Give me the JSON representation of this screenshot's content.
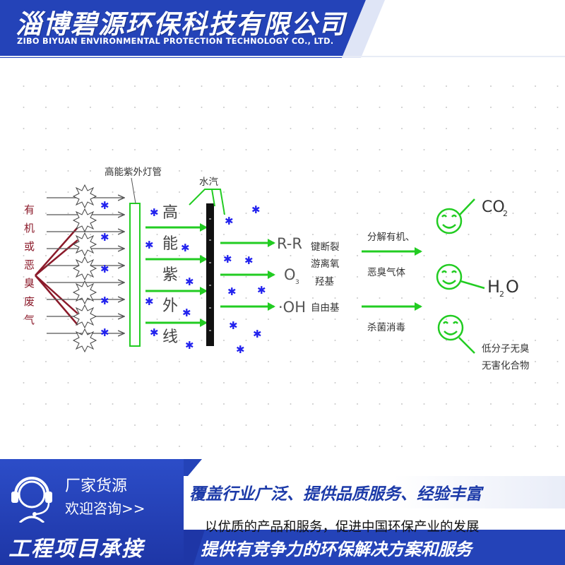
{
  "header": {
    "company_cn": "淄博碧源环保科技有限公司",
    "company_en": "ZIBO BIYUAN ENVIRONMENTAL PROTECTION TECHNOLOGY CO., LTD.",
    "brand_color": "#2443b8"
  },
  "diagram": {
    "input_label_chars": [
      "有",
      "机",
      "或",
      "恶",
      "臭",
      "废",
      "气"
    ],
    "lamp_label": "高能紫外灯管",
    "uv_label_chars": [
      "高",
      "能",
      "紫",
      "外",
      "线"
    ],
    "vapor_label": "水汽",
    "species": {
      "rr": "R-R",
      "o3": "O",
      "o3_sub": "3",
      "oh": "·OH"
    },
    "process_notes": [
      "键断裂",
      "游离氧",
      "羟基",
      "自由基"
    ],
    "action_top": [
      "分解有机、",
      "恶臭气体"
    ],
    "action_bottom": "杀菌消毒",
    "products": {
      "co2": "CO",
      "co2_sub": "2",
      "h2o_h": "H",
      "h2o_sub": "2",
      "h2o_o": "O",
      "low_mol": [
        "低分子无臭",
        "无害化合物"
      ]
    },
    "colors": {
      "arrow_green": "#22cc22",
      "particle_blue": "#2222ee",
      "input_red": "#8b1a2a",
      "text_gray": "#333333"
    }
  },
  "footer": {
    "promo_line1": "厂家货源",
    "promo_line2": "欢迎咨询>>",
    "project_label": "工程项目承接",
    "banner": "覆盖行业广泛、提供品质服务、经验丰富",
    "slogan1": "以优质的产品和服务，促进中国环保产业的发展",
    "slogan2": "提供有竞争力的环保解决方案和服务",
    "icon": "headset-icon"
  }
}
